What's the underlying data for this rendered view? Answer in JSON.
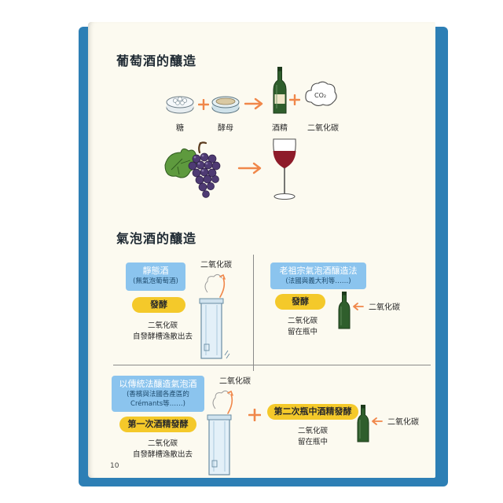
{
  "section1": {
    "title": "葡萄酒的釀造",
    "labels": {
      "sugar": "糖",
      "yeast": "酵母",
      "alcohol": "酒精",
      "co2": "二氧化碳"
    },
    "co2_formula": "CO₂"
  },
  "section2": {
    "title": "氣泡酒的釀造",
    "still": {
      "title": "靜態酒",
      "subtitle": "(無氣泡葡萄酒)",
      "badge": "發酵",
      "gas_label": "二氧化碳",
      "desc_line1": "二氧化碳",
      "desc_line2": "自發酵槽逸散出去"
    },
    "ancestral": {
      "title": "老祖宗氣泡酒釀造法",
      "subtitle": "(法國與義大利等……)",
      "badge": "發酵",
      "gas_label": "二氧化碳",
      "desc_line1": "二氧化碳",
      "desc_line2": "留在瓶中"
    },
    "traditional": {
      "title": "以傳統法釀造氣泡酒",
      "subtitle1": "(香檳與法國各產區的",
      "subtitle2": "Crémants等……)",
      "badge1": "第一次酒精發酵",
      "gas_label1": "二氧化碳",
      "desc1_line1": "二氧化碳",
      "desc1_line2": "自發酵槽逸散出去",
      "badge2": "第二次瓶中酒精發酵",
      "gas_label2": "二氧化碳",
      "desc2_line1": "二氧化碳",
      "desc2_line2": "留在瓶中"
    }
  },
  "page_number": "10",
  "colors": {
    "cover": "#2d7fb5",
    "paper": "#fcfaf0",
    "accent_orange": "#f0874a",
    "badge_yellow": "#f4c92a",
    "label_blue": "#8bc4ee",
    "bottle_green": "#2f5e2c",
    "wine_red": "#8e1b2a",
    "grape_purple": "#4e3a73",
    "leaf_green": "#5e9a3e"
  }
}
